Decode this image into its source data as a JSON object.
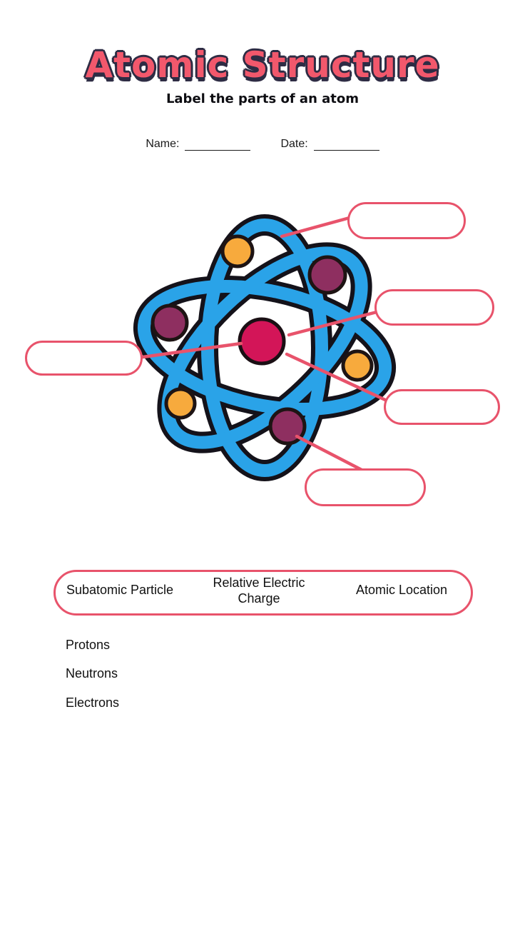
{
  "header": {
    "title": "Atomic Structure",
    "subtitle": "Label the parts of an atom"
  },
  "form": {
    "name_label": "Name:",
    "date_label": "Date:"
  },
  "diagram": {
    "description": "Cartoon atom with three blue orbits, pink nucleus, yellow and maroon particles, and five empty answer boxes connected by red lines",
    "label_boxes": [
      {
        "position": "top-right",
        "value": ""
      },
      {
        "position": "middle-right",
        "value": ""
      },
      {
        "position": "left",
        "value": ""
      },
      {
        "position": "lower-right",
        "value": ""
      },
      {
        "position": "bottom",
        "value": ""
      }
    ],
    "colors": {
      "orbit_blue": "#2aa3e8",
      "outline_dark": "#14121a",
      "nucleus_pink": "#d31558",
      "particle_yellow": "#f7aa3d",
      "particle_maroon": "#8e2f60",
      "connector_red": "#e8536b"
    }
  },
  "table": {
    "headers": [
      "Subatomic Particle",
      "Relative Electric Charge",
      "Atomic Location"
    ],
    "rows": [
      "Protons",
      "Neutrons",
      "Electrons"
    ]
  },
  "accent_color": "#e8536b"
}
